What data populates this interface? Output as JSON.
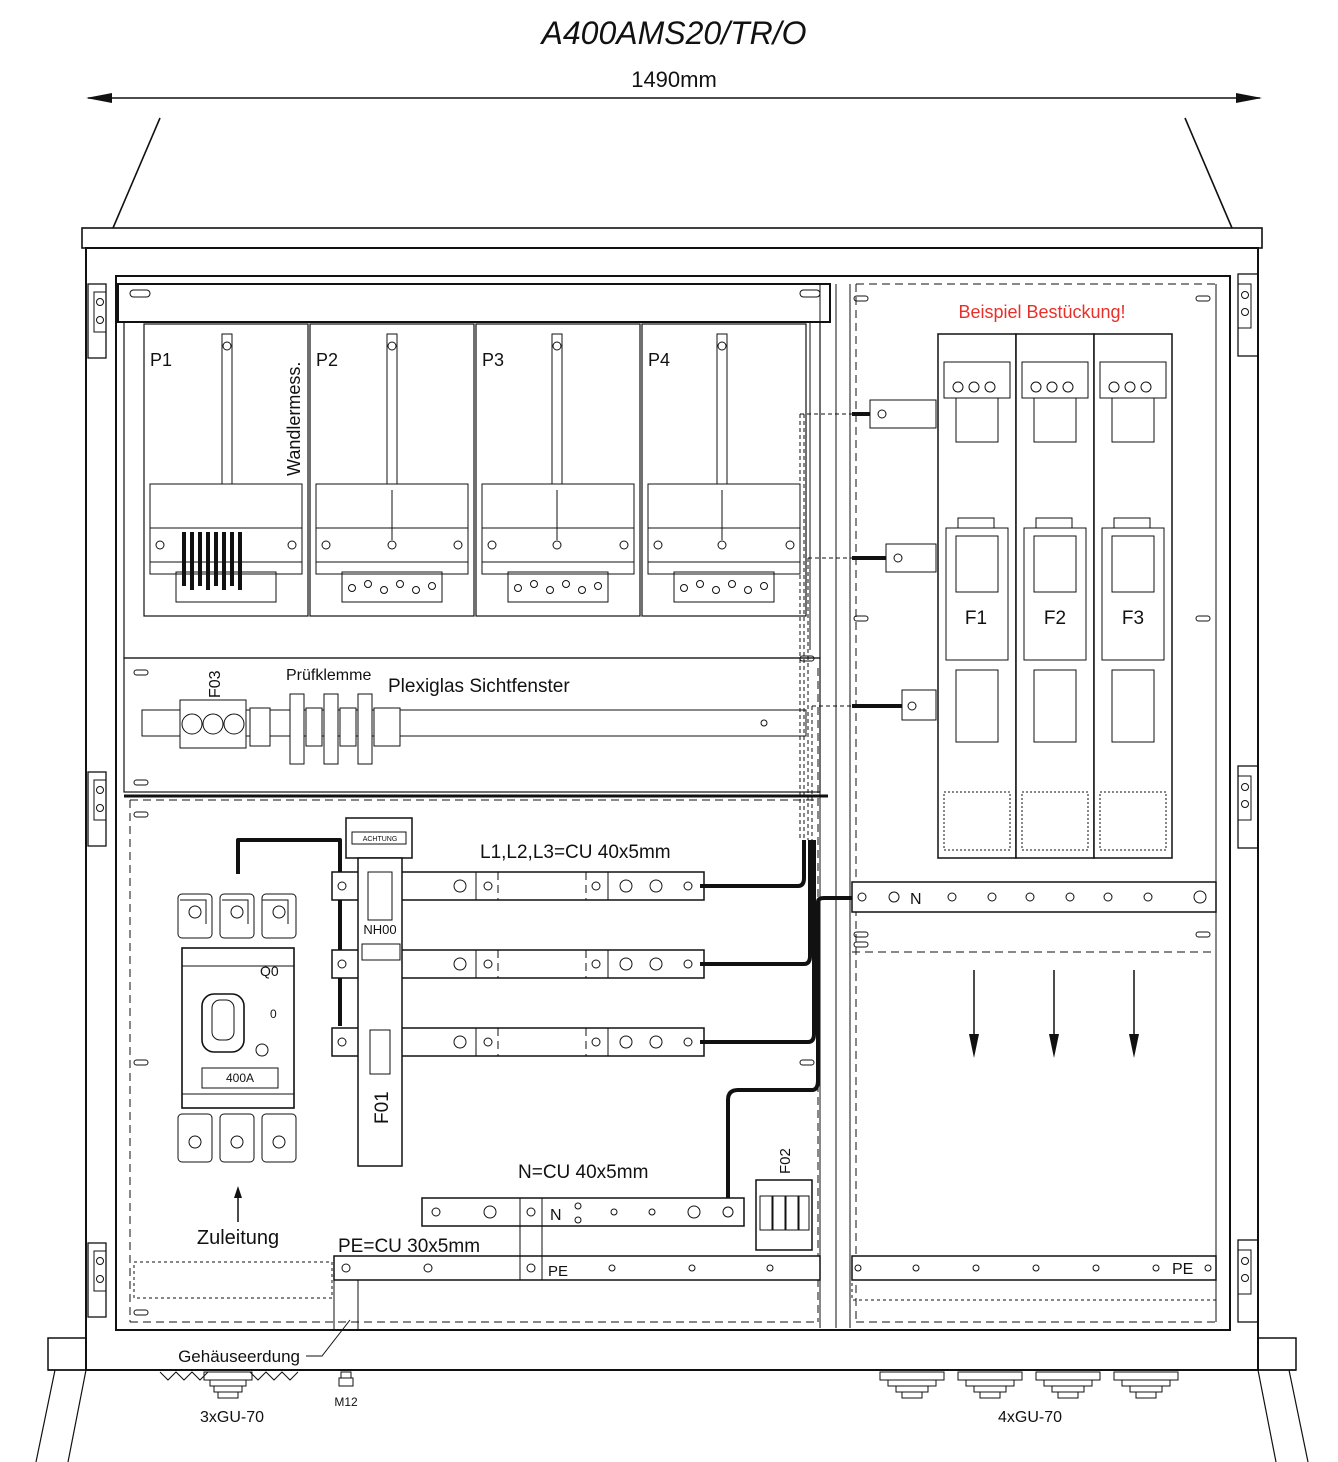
{
  "title": "A400AMS20/TR/O",
  "width_dimension": "1490mm",
  "note": "Beispiel Bestückung!",
  "colors": {
    "line": "#111111",
    "note": "#e8302a",
    "background": "#ffffff"
  },
  "meter_fields": [
    "P1",
    "P2",
    "P3",
    "P4"
  ],
  "meter_label": "Wandlermess.",
  "terminal_row": {
    "fuse": "F03",
    "test_terminal": "Prüfklemme",
    "window": "Plexiglas Sichtfenster"
  },
  "busbar_label": "L1,L2,L3=CU 40x5mm",
  "breaker": {
    "name": "Q0",
    "off_mark": "0",
    "rating": "400A"
  },
  "fuse_f01": {
    "name": "F01",
    "size": "NH00",
    "warning": "ACHTUNG"
  },
  "neutral_bar": {
    "label": "N=CU 40x5mm",
    "mark": "N"
  },
  "pe_bar": {
    "label": "PE=CU 30x5mm",
    "mark": "PE"
  },
  "spd": "F02",
  "feed_label": "Zuleitung",
  "ground_label": "Gehäuseerdung",
  "bolt_label": "M12",
  "glands_left": "3xGU-70",
  "glands_right": "4xGU-70",
  "fuse_bases": [
    "F1",
    "F2",
    "F3"
  ],
  "right_n_mark": "N",
  "right_pe_mark": "PE"
}
